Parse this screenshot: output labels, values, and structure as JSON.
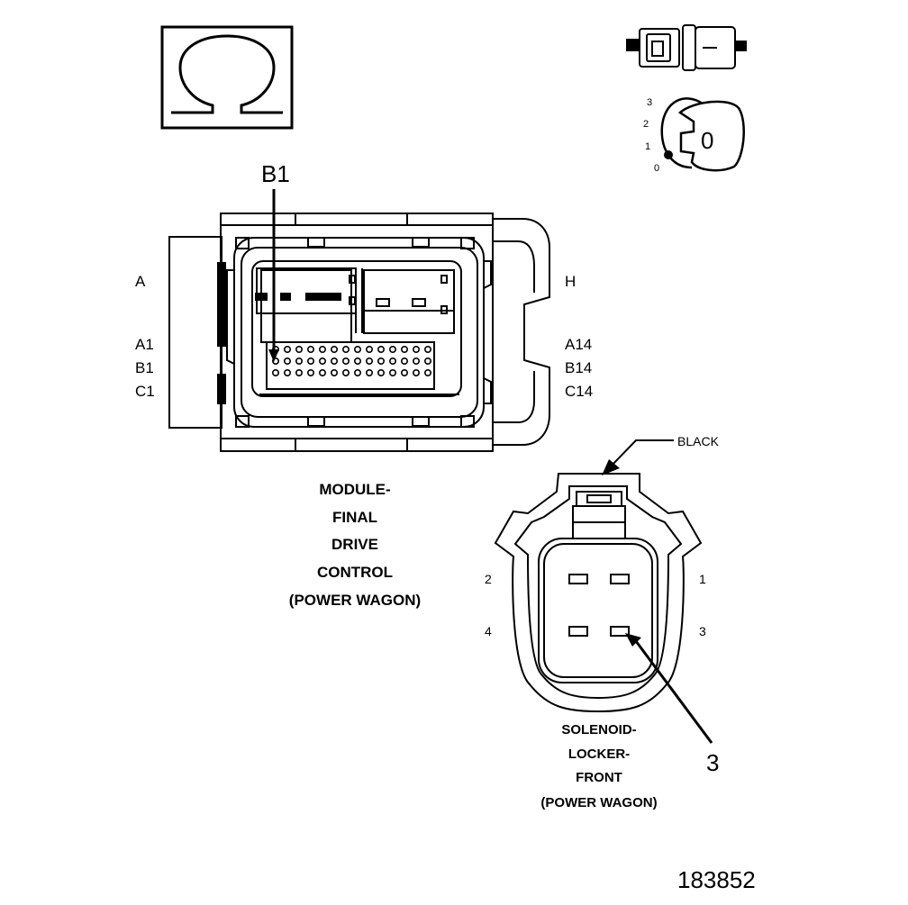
{
  "diagram": {
    "icons": {
      "ohm_icon": "ohm-resistance-icon",
      "key_switch_icon": "ignition-key-icon",
      "connector_pair_icon": "connector-pair-icon"
    },
    "key_positions": [
      "3",
      "2",
      "1",
      "0"
    ],
    "key_label": "0",
    "module_connector": {
      "callout": "B1",
      "row_label_top": "A",
      "row_label_top_right": "H",
      "left_row_labels": [
        "A1",
        "B1",
        "C1"
      ],
      "right_row_labels": [
        "A14",
        "B14",
        "C14"
      ],
      "title_lines": [
        "MODULE-",
        "FINAL",
        "DRIVE",
        "CONTROL",
        "(POWER WAGON)"
      ]
    },
    "solenoid_connector": {
      "color_label": "BLACK",
      "pin_labels": [
        "2",
        "1",
        "4",
        "3"
      ],
      "callout": "3",
      "title_lines": [
        "SOLENOID-",
        "LOCKER-",
        "FRONT",
        "(POWER WAGON)"
      ]
    },
    "figure_number": "183852"
  }
}
